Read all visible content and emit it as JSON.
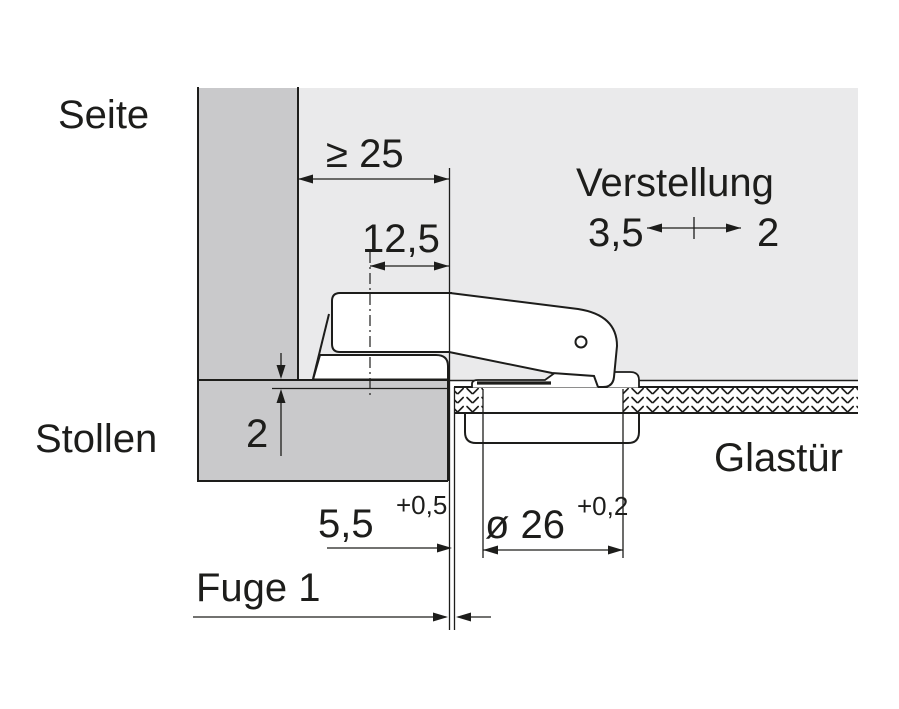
{
  "drawing": {
    "labels": {
      "side": "Seite",
      "stile": "Stollen",
      "glass_door": "Glastür",
      "joint": "Fuge 1",
      "adjustment": "Verstellung"
    },
    "dims": {
      "min_side_depth": "≥ 25",
      "mounting_distance": "12,5",
      "front_gap": "2",
      "edge_distance": "5,5",
      "edge_distance_tol": "+0,5",
      "bore_diameter": "ø 26",
      "bore_diameter_tol": "+0,2",
      "adjust_minus": "3,5",
      "adjust_plus": "2"
    },
    "colors": {
      "wood_fill": "#c9c9cb",
      "interior_fill": "#eaeaeb",
      "line": "#1d1d1b"
    }
  }
}
